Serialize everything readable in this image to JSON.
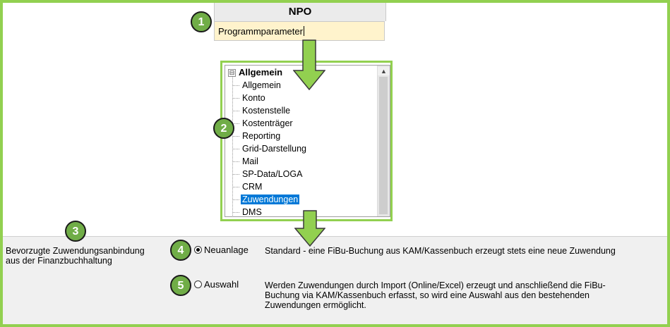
{
  "menu": {
    "title": "NPO",
    "item": "Programmparameter"
  },
  "tree": {
    "root": "Allgemein",
    "expander_glyph": "⊟",
    "children": [
      "Allgemein",
      "Konto",
      "Kostenstelle",
      "Kostenträger",
      "Reporting",
      "Grid-Darstellung",
      "Mail",
      "SP-Data/LOGA",
      "CRM",
      "Zuwendungen",
      "DMS"
    ],
    "selected": "Zuwendungen"
  },
  "setting": {
    "label_line1": "Bevorzugte Zuwendungsanbindung",
    "label_line2": "aus der Finanzbuchhaltung",
    "option1": {
      "label": "Neuanlage",
      "checked": true,
      "description": "Standard - eine FiBu-Buchung aus KAM/Kassenbuch erzeugt stets eine neue Zuwendung"
    },
    "option2": {
      "label": "Auswahl",
      "checked": false,
      "description_line1": "Werden Zuwendungen durch Import (Online/Excel) erzeugt und anschließend die FiBu-",
      "description_line2": "Buchung via KAM/Kassenbuch erfasst, so wird eine Auswahl aus den bestehenden",
      "description_line3": "Zuwendungen ermöglicht."
    }
  },
  "badges": [
    "1",
    "2",
    "3",
    "4",
    "5"
  ],
  "colors": {
    "accent_green": "#92d050",
    "badge_green": "#70ad47",
    "selection_blue": "#0078d7",
    "menu_item_bg": "#fff3cc"
  }
}
